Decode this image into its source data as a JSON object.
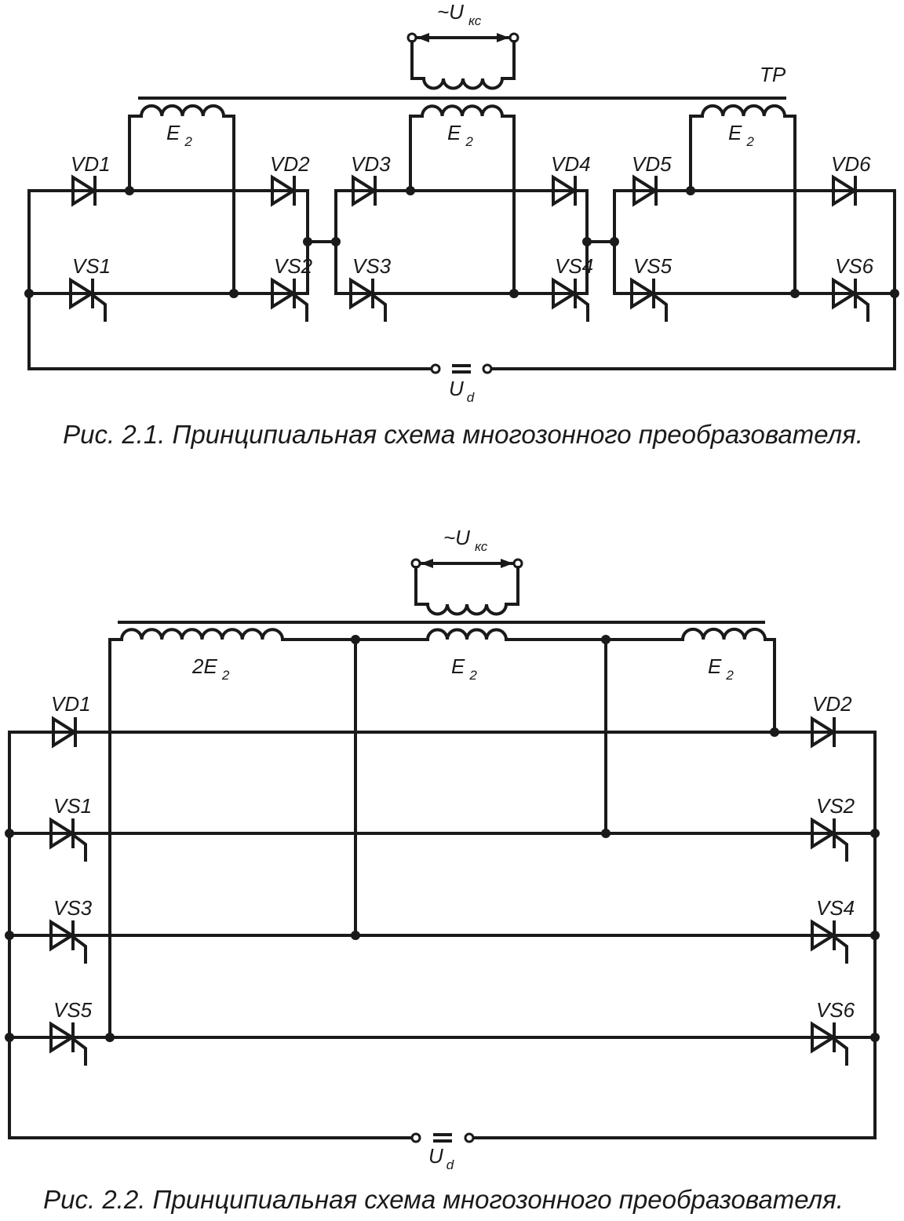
{
  "figure1": {
    "supply_label": "~U",
    "supply_sub": "кс",
    "transformer_label": "TP",
    "windings": [
      {
        "label": "E",
        "sub": "2"
      },
      {
        "label": "E",
        "sub": "2"
      },
      {
        "label": "E",
        "sub": "2"
      }
    ],
    "diodes": [
      "VD1",
      "VD2",
      "VD3",
      "VD4",
      "VD5",
      "VD6"
    ],
    "thyristors": [
      "VS1",
      "VS2",
      "VS3",
      "VS4",
      "VS5",
      "VS6"
    ],
    "output_label": "U",
    "output_sub": "d",
    "caption": "Рис. 2.1. Принципиальная схема многозонного преобразователя."
  },
  "figure2": {
    "supply_label": "~U",
    "supply_sub": "кс",
    "windings": [
      {
        "label": "2E",
        "sub": "2"
      },
      {
        "label": "E",
        "sub": "2"
      },
      {
        "label": "E",
        "sub": "2"
      }
    ],
    "diodes": [
      "VD1",
      "VD2"
    ],
    "thyristors": [
      "VS1",
      "VS2",
      "VS3",
      "VS4",
      "VS5",
      "VS6"
    ],
    "output_label": "U",
    "output_sub": "d",
    "caption": "Рис. 2.2. Принципиальная схема многозонного преобразователя."
  }
}
